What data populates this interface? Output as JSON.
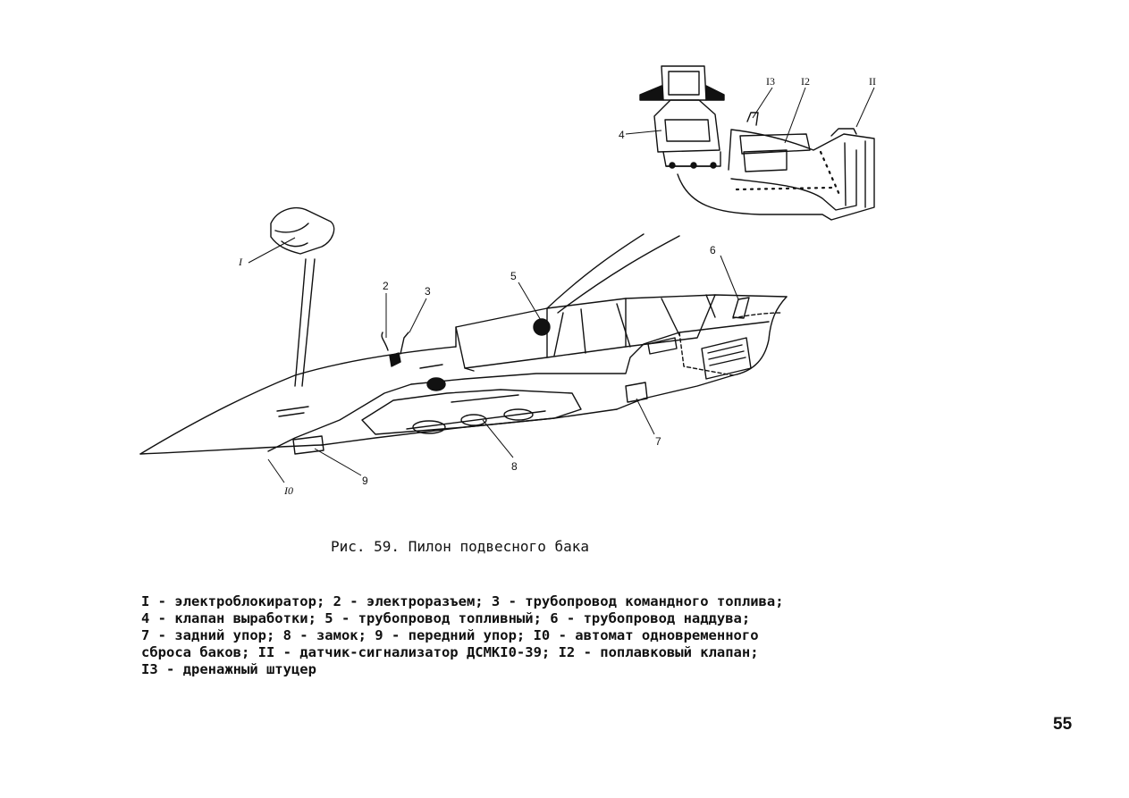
{
  "figure": {
    "callouts": {
      "c1": "I",
      "c2": "2",
      "c3": "3",
      "c4": "4",
      "c5": "5",
      "c6": "6",
      "c7": "7",
      "c8": "8",
      "c9": "9",
      "c10": "I0",
      "c11": "II",
      "c12": "I2",
      "c13": "I3"
    }
  },
  "caption": "Рис. 59. Пилон подвесного бака",
  "legend": {
    "lines": [
      "I - электроблокиратор; 2 - электроразъем; 3 - трубопровод командного топлива;",
      "4 - клапан выработки; 5 - трубопровод топливный; 6 - трубопровод наддува;",
      "7 - задний упор; 8 - замок; 9 - передний упор; I0 - автомат одновременного",
      "сброса баков; II - датчик-сигнализатор ДСМКI0-39; I2 - поплавковый клапан;",
      "I3 - дренажный штуцер"
    ]
  },
  "page_number": "55"
}
